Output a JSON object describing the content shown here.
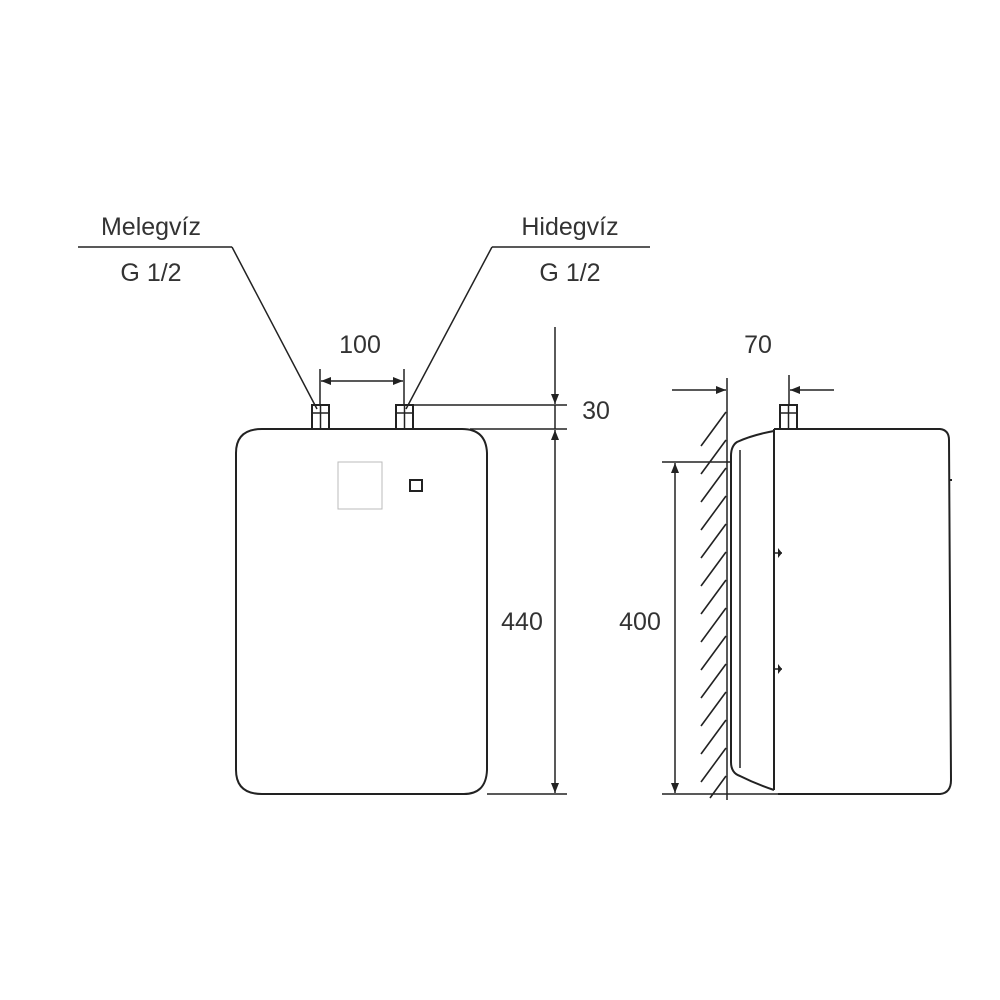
{
  "labels": {
    "hot_water": "Melegvíz",
    "hot_thread": "G 1/2",
    "cold_water": "Hidegvíz",
    "cold_thread": "G 1/2"
  },
  "dimensions": {
    "connector_spacing": "100",
    "connector_height": "30",
    "body_height": "440",
    "wall_depth": "70",
    "mount_height": "400"
  },
  "colors": {
    "line": "#222222",
    "text": "#333333",
    "background": "#ffffff"
  }
}
